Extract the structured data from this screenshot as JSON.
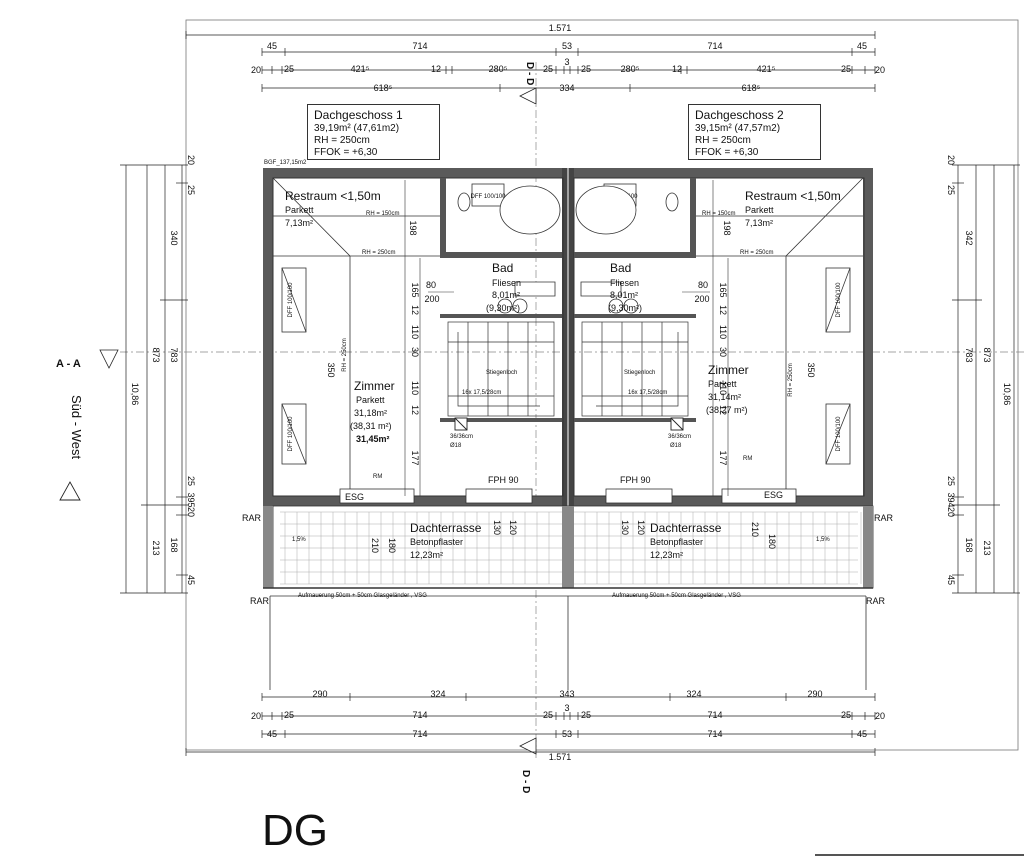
{
  "drawing": {
    "floor_label": "DG",
    "bgf_label": "BGF_137,15m2",
    "section_labels": {
      "aa": "A - A",
      "dd": "D - D",
      "orientation": "Süd - West"
    },
    "units": [
      {
        "title": "Dachgeschoss 1",
        "area": "39,19m² (47,61m2)",
        "rh": "RH = 250cm",
        "ffok": "FFOK = +6,30"
      },
      {
        "title": "Dachgeschoss 2",
        "area": "39,15m² (47,57m2)",
        "rh": "RH = 250cm",
        "ffok": "FFOK = +6,30"
      }
    ],
    "rooms_left": {
      "restraum": "Restraum <1,50m",
      "restraum_floor": "Parkett",
      "restraum_area": "7,13m²",
      "bad": "Bad",
      "bad_floor": "Fliesen",
      "bad_area": "8,01m²",
      "bad_area2": "(9,30m²)",
      "zimmer": "Zimmer",
      "zimmer_floor": "Parkett",
      "zimmer_area": "31,18m²",
      "zimmer_area2": "(38,31 m²)",
      "zimmer_total": "31,45m²",
      "terrasse": "Dachterrasse",
      "terrasse_floor": "Betonpflaster",
      "terrasse_area": "12,23m²",
      "fph": "FPH 90",
      "esg": "ESG",
      "shaft": "36/36cm",
      "shaft_d": "Ø18",
      "dfe": "DFF 100/100",
      "rm": "RM",
      "slope": "1,5%",
      "rh150": "RH = 150cm",
      "rh250": "RH = 250cm",
      "stair": "16x 17,5/28cm",
      "stair_hole": "Stiegenloch"
    },
    "rooms_right": {
      "restraum": "Restraum <1,50m",
      "restraum_floor": "Parkett",
      "restraum_area": "7,13m²",
      "bad": "Bad",
      "bad_floor": "Fliesen",
      "bad_area": "8,01m²",
      "bad_area2": "(9,30m²)",
      "zimmer": "Zimmer",
      "zimmer_floor": "Parkett",
      "zimmer_area": "31,14m²",
      "zimmer_area2": "(38,27 m²)",
      "terrasse": "Dachterrasse",
      "terrasse_floor": "Betonpflaster",
      "terrasse_area": "12,23m²",
      "fph": "FPH 90",
      "esg": "ESG",
      "shaft": "36/36cm",
      "shaft_d": "Ø18",
      "dfe": "DFF 100/100",
      "rm": "RM",
      "slope": "1,5%",
      "rh150": "RH = 150cm",
      "rh250": "RH = 250cm",
      "stair": "16x 17,5/28cm",
      "stair_hole": "Stiegenloch"
    },
    "railing": "Aufmauerung 50cm + 50cm Glasgeländer , VSG",
    "rar": "RAR",
    "door_marks": {
      "d80": "80",
      "d200": "200",
      "d210": "210",
      "d180": "180",
      "d130": "130",
      "d120": "120",
      "h198": "198"
    },
    "dims_top": {
      "total": "1.571",
      "row2": [
        "45",
        "714",
        "53",
        "714",
        "45"
      ],
      "row3": [
        "20",
        "25",
        "421⁵",
        "12",
        "280⁵",
        "25",
        "3",
        "25",
        "280⁵",
        "12",
        "421⁵",
        "25",
        "20"
      ],
      "row4": [
        "618⁵",
        "334",
        "618⁵"
      ]
    },
    "dims_bottom": {
      "row1": [
        "290",
        "324",
        "343",
        "324",
        "290"
      ],
      "row2": [
        "20",
        "25",
        "714",
        "25",
        "3",
        "25",
        "714",
        "25",
        "20"
      ],
      "row3": [
        "45",
        "714",
        "53",
        "714",
        "45"
      ],
      "total": "1.571"
    },
    "dims_left": {
      "outer": "10,86",
      "col2": [
        "873",
        "213"
      ],
      "col3": [
        "340",
        "783",
        "168"
      ],
      "col4": [
        "20",
        "25",
        "25",
        "395",
        "20",
        "45"
      ],
      "inner": [
        "198",
        "80",
        "200",
        "165",
        "12",
        "110",
        "30",
        "110",
        "12",
        "177",
        "350"
      ]
    },
    "dims_right": {
      "outer": "10,86",
      "col2": [
        "873",
        "213"
      ],
      "col3": [
        "342",
        "783",
        "168"
      ],
      "col4": [
        "20",
        "25",
        "25",
        "394",
        "20",
        "45"
      ],
      "inner": [
        "198",
        "80",
        "200",
        "165",
        "12",
        "110",
        "30",
        "110",
        "12",
        "177",
        "350"
      ]
    }
  }
}
